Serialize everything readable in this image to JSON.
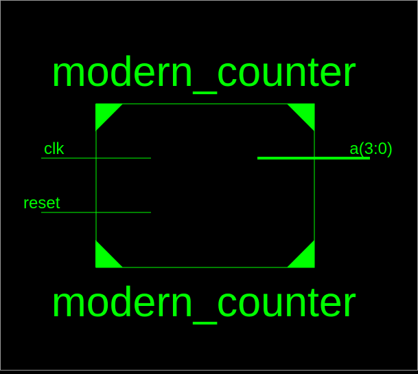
{
  "diagram": {
    "component_name_top": "modern_counter",
    "component_name_bottom": "modern_counter",
    "ports": {
      "clk": "clk",
      "reset": "reset",
      "a": "a(3:0)"
    },
    "colors": {
      "background": "#000000",
      "line": "#00ff00",
      "text": "#00ff00"
    }
  }
}
